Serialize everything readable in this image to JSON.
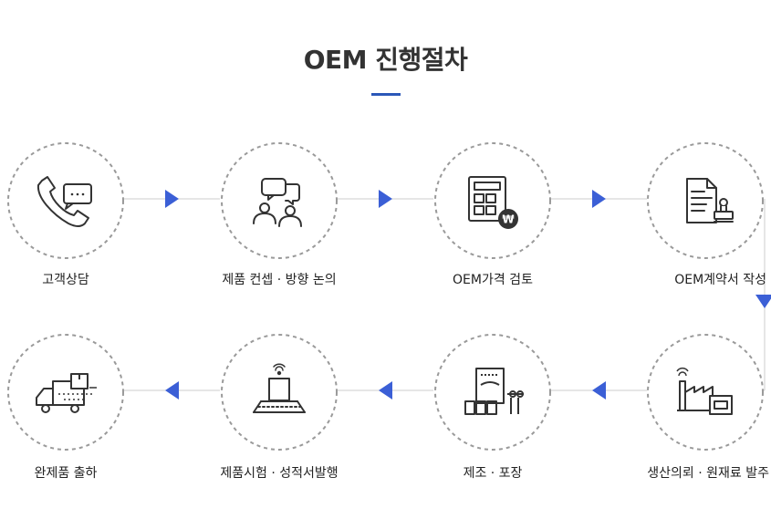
{
  "title": "OEM 진행절차",
  "colors": {
    "accent": "#2b58b8",
    "arrow": "#3b5fd6",
    "line": "#cccccc",
    "circle": "#9a9a9a",
    "icon": "#333333"
  },
  "steps": [
    {
      "label": "고객상담",
      "icon": "phone-chat-icon"
    },
    {
      "label": "제품 컨셉 · 방향 논의",
      "icon": "people-discussion-icon"
    },
    {
      "label": "OEM가격 검토",
      "icon": "calculator-won-icon"
    },
    {
      "label": "OEM계약서 작성",
      "icon": "contract-stamp-icon"
    },
    {
      "label": "생산의뢰 · 원재료 발주",
      "icon": "factory-icon"
    },
    {
      "label": "제조 · 포장",
      "icon": "manufacturing-machine-icon"
    },
    {
      "label": "제품시험 · 성적서발행",
      "icon": "conveyor-test-icon"
    },
    {
      "label": "완제품 출하",
      "icon": "delivery-truck-icon"
    }
  ]
}
